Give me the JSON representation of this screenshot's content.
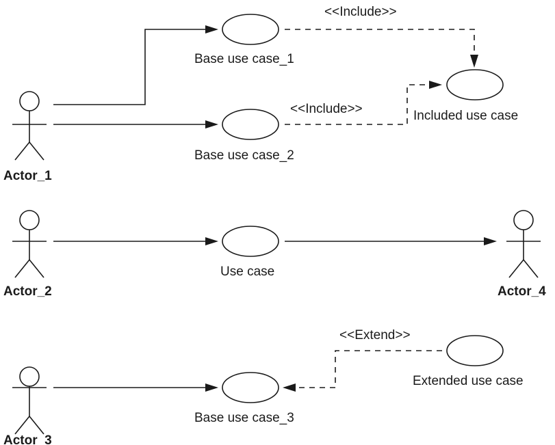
{
  "actors": [
    {
      "id": "actor_1",
      "label": "Actor_1"
    },
    {
      "id": "actor_2",
      "label": "Actor_2"
    },
    {
      "id": "actor_3",
      "label": "Actor_3"
    },
    {
      "id": "actor_4",
      "label": "Actor_4"
    }
  ],
  "use_cases": [
    {
      "id": "base_uc_1",
      "label": "Base use case_1"
    },
    {
      "id": "base_uc_2",
      "label": "Base use case_2"
    },
    {
      "id": "included_uc",
      "label": "Included use case"
    },
    {
      "id": "use_case",
      "label": "Use case"
    },
    {
      "id": "base_uc_3",
      "label": "Base use case_3"
    },
    {
      "id": "extended_uc",
      "label": "Extended use case"
    }
  ],
  "stereotypes": {
    "include_1": "<<Include>>",
    "include_2": "<<Include>>",
    "extend": "<<Extend>>"
  },
  "edges": [
    {
      "from": "actor_1",
      "to": "base_uc_1",
      "style": "solid"
    },
    {
      "from": "actor_1",
      "to": "base_uc_2",
      "style": "solid"
    },
    {
      "from": "base_uc_1",
      "to": "included_uc",
      "style": "dashed",
      "stereotype": "include_1"
    },
    {
      "from": "base_uc_2",
      "to": "included_uc",
      "style": "dashed",
      "stereotype": "include_2"
    },
    {
      "from": "actor_2",
      "to": "use_case",
      "style": "solid"
    },
    {
      "from": "use_case",
      "to": "actor_4",
      "style": "solid"
    },
    {
      "from": "actor_3",
      "to": "base_uc_3",
      "style": "solid"
    },
    {
      "from": "extended_uc",
      "to": "base_uc_3",
      "style": "dashed",
      "stereotype": "extend"
    }
  ]
}
